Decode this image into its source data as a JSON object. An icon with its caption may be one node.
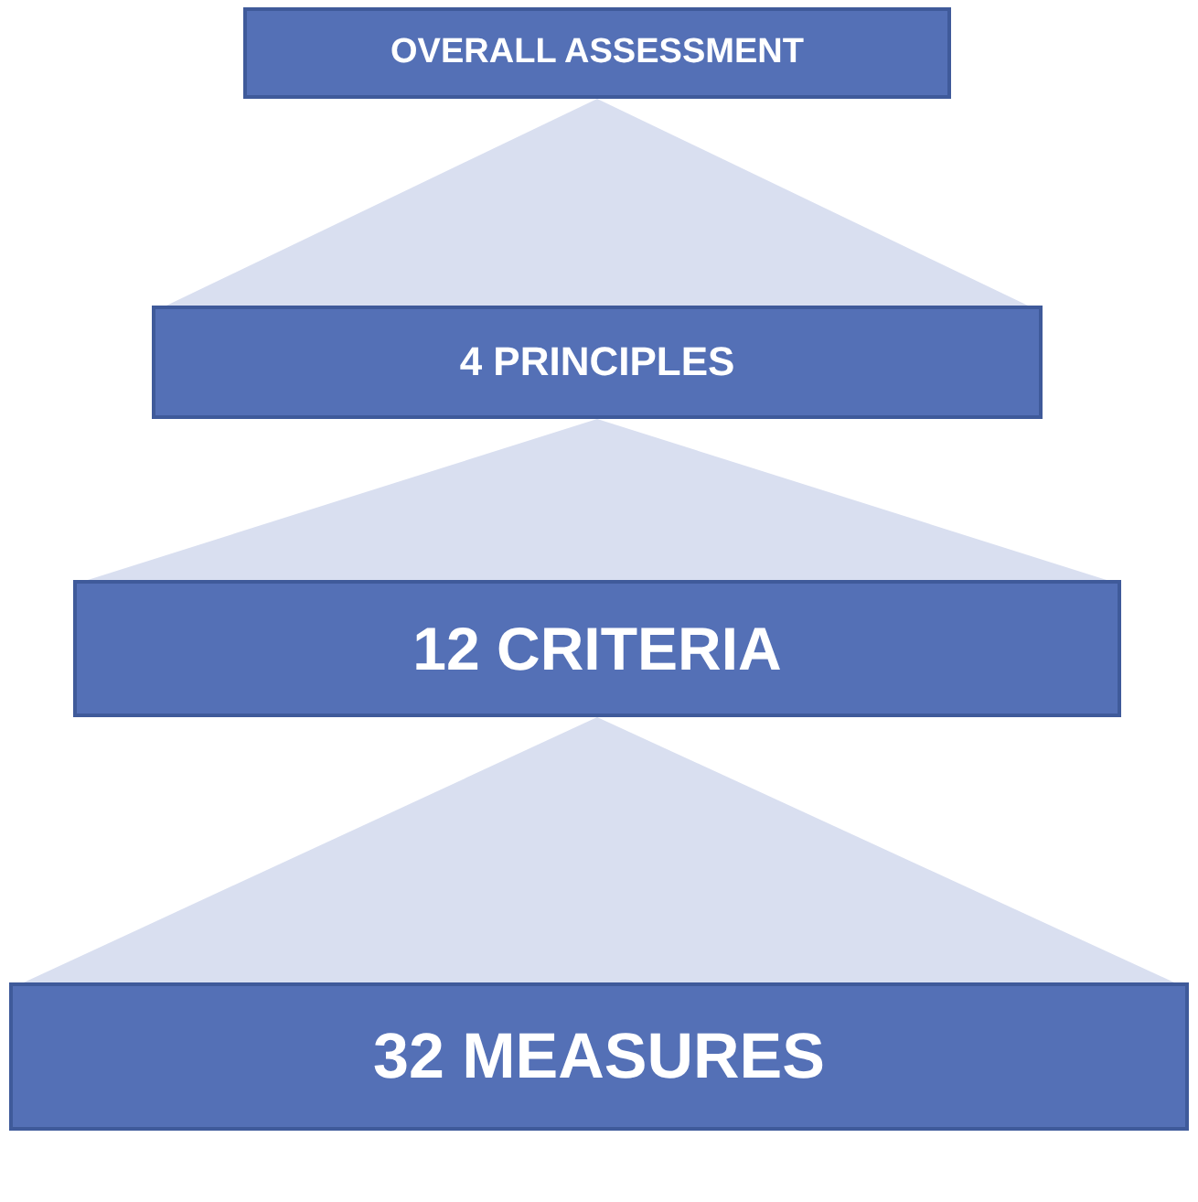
{
  "diagram": {
    "nodes": [
      {
        "text": [
          "OVERALL ASSESSMENT"
        ]
      },
      {
        "text": [
          "4 PRINCIPLES"
        ]
      },
      {
        "text": [
          "12 CRITERIA"
        ]
      },
      {
        "text": [
          "32 MEASURES"
        ]
      }
    ],
    "edges": [
      {
        "from": 0,
        "to": 1,
        "arrow": "none"
      },
      {
        "from": 1,
        "to": 2,
        "arrow": "none"
      },
      {
        "from": 2,
        "to": 3,
        "arrow": "none"
      }
    ]
  }
}
